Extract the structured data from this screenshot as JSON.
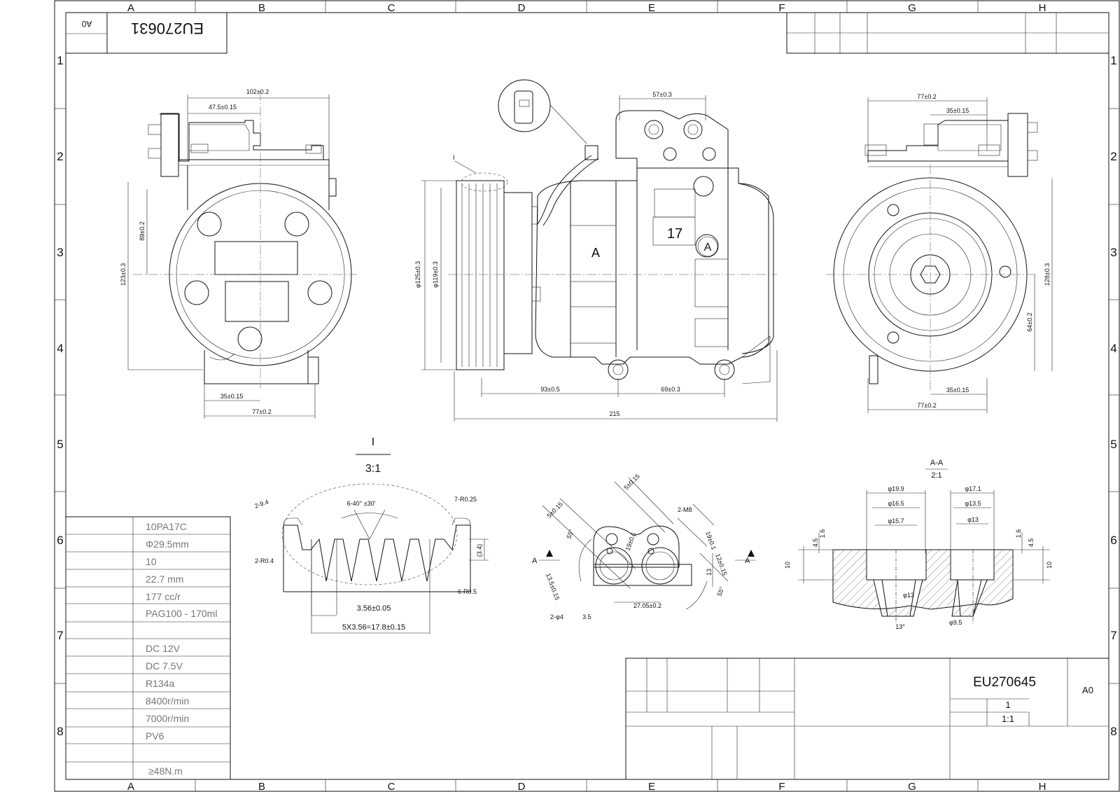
{
  "drawing": {
    "col_letters": [
      "A",
      "B",
      "C",
      "D",
      "E",
      "F",
      "G",
      "H"
    ],
    "row_numbers": [
      "1",
      "2",
      "3",
      "4",
      "5",
      "6",
      "7",
      "8"
    ],
    "mirrored_drawing_number": "EU270631",
    "mirrored_size": "A0"
  },
  "front_view": {
    "dims": [
      "102±0.2",
      "47.5±0.15",
      "89±0.2",
      "123±0.3",
      "35±0.15",
      "77±0.2"
    ]
  },
  "side_view": {
    "dims": [
      "57±0.3",
      "φ125±0.3",
      "φ119±0.3",
      "93±0.5",
      "69±0.3",
      "215"
    ],
    "labels": [
      "A",
      "17",
      "A",
      "I"
    ]
  },
  "rear_view": {
    "dims": [
      "77±0.2",
      "35±0.15",
      "128±0.3",
      "64±0.2",
      "35±0.15",
      "77±0.2"
    ]
  },
  "detail_I": {
    "title": "I",
    "scale": "3:1",
    "dims": [
      "2-9.4",
      "6-40° ±30'",
      "7-R0.25",
      "2-R0.4",
      "(3.4)",
      "6-R0.5",
      "3.56±0.05",
      "5X3.56=17.8±0.15"
    ]
  },
  "flange_view": {
    "dims": [
      "5±0.15",
      "5±0.15",
      "2-M8",
      "55°",
      "19±0.1",
      "19±0.1",
      "12±0.15",
      "13.5±0.15",
      "55°",
      "13",
      "27.05±0.2",
      "2-φ4",
      "3.5"
    ],
    "section_marks": [
      "A",
      "A"
    ]
  },
  "section_AA": {
    "title": "A-A",
    "scale": "2:1",
    "dims": [
      "φ19.9",
      "φ16.5",
      "φ15.7",
      "φ17.1",
      "φ13.5",
      "φ13",
      "4.5",
      "1.6",
      "1.6",
      "4.5",
      "10",
      "10",
      "φ13",
      "13°",
      "φ9.5"
    ]
  },
  "spec_table": {
    "values": [
      "10PA17C",
      "Φ29.5mm",
      "10",
      "22.7 mm",
      "177 cc/r",
      "PAG100 - 170ml",
      "",
      "DC 12V",
      "DC 7.5V",
      "R134a",
      "8400r/min",
      "7000r/min",
      "PV6",
      "",
      "≥48N.m"
    ]
  },
  "title_block": {
    "drawing_number": "EU270645",
    "size": "A0",
    "sheet": "1",
    "scale": "1:1"
  }
}
